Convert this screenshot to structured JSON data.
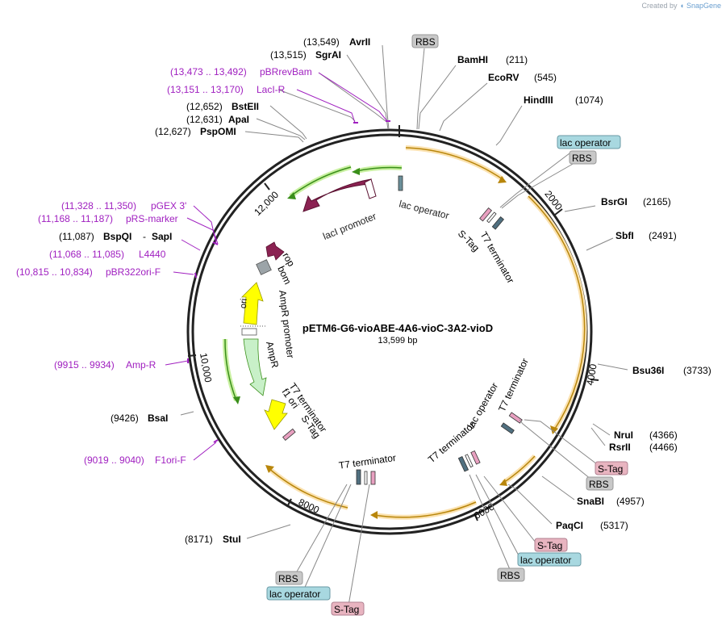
{
  "credit": {
    "prefix": "Created by",
    "brand": "SnapGene"
  },
  "plasmid": {
    "name": "pETM6-G6-vioABE-4A6-vioC-3A2-vioD",
    "size": "13,599 bp"
  },
  "colors": {
    "backbone": "#222222",
    "primer": "#a020c0",
    "ori": "#ffff00",
    "promoter": "#7ac943",
    "lacI": "#8b2252",
    "rbs": "#c8c8c8",
    "operator": "#a8d8e0",
    "stag": "#e8b4c0",
    "orange": "#f0a020",
    "ampR": "#c8f0c8"
  },
  "enzymes": [
    {
      "name": "AvrII",
      "pos": "(13,549)"
    },
    {
      "name": "SgrAI",
      "pos": "(13,515)"
    },
    {
      "name": "BstEII",
      "pos": "(12,652)"
    },
    {
      "name": "ApaI",
      "pos": "(12,631)"
    },
    {
      "name": "PspOMI",
      "pos": "(12,627)"
    },
    {
      "name": "BamHI",
      "pos": "(211)"
    },
    {
      "name": "EcoRV",
      "pos": "(545)"
    },
    {
      "name": "HindIII",
      "pos": "(1074)"
    },
    {
      "name": "BsrGI",
      "pos": "(2165)"
    },
    {
      "name": "SbfI",
      "pos": "(2491)"
    },
    {
      "name": "Bsu36I",
      "pos": "(3733)"
    },
    {
      "name": "NruI",
      "pos": "(4366)"
    },
    {
      "name": "RsrII",
      "pos": "(4466)"
    },
    {
      "name": "SnaBI",
      "pos": "(4957)"
    },
    {
      "name": "PaqCI",
      "pos": "(5317)"
    },
    {
      "name": "StuI",
      "pos": "(8171)"
    },
    {
      "name": "BsaI",
      "pos": "(9426)"
    },
    {
      "name": "BspQI",
      "pos": "(11,087)",
      "extra": "SapI"
    }
  ],
  "primers": [
    {
      "name": "pBRrevBam",
      "pos": "(13,473 .. 13,492)"
    },
    {
      "name": "LacI-R",
      "pos": "(13,151 .. 13,170)"
    },
    {
      "name": "pGEX 3'",
      "pos": "(11,328 .. 11,350)"
    },
    {
      "name": "pRS-marker",
      "pos": "(11,168 .. 11,187)"
    },
    {
      "name": "L4440",
      "pos": "(11,068 .. 11,085)"
    },
    {
      "name": "pBR322ori-F",
      "pos": "(10,815 .. 10,834)"
    },
    {
      "name": "Amp-R",
      "pos": "(9915 .. 9934)"
    },
    {
      "name": "F1ori-F",
      "pos": "(9019 .. 9040)"
    }
  ],
  "boxes": {
    "rbs": "RBS",
    "lac_operator": "lac operator",
    "stag": "S-Tag"
  },
  "features": {
    "lacI": "lacI",
    "lacI_promoter": "lacI promoter",
    "lac_operator": "lac operator",
    "stag": "S-Tag",
    "t7_term": "T7 terminator",
    "rop": "rop",
    "bom": "bom",
    "ori": "ori",
    "ampR_promoter": "AmpR promoter",
    "ampR": "AmpR",
    "f1_ori": "f1 ori"
  },
  "ticks": [
    "2000",
    "4000",
    "6000",
    "8000",
    "10,000",
    "12,000"
  ]
}
